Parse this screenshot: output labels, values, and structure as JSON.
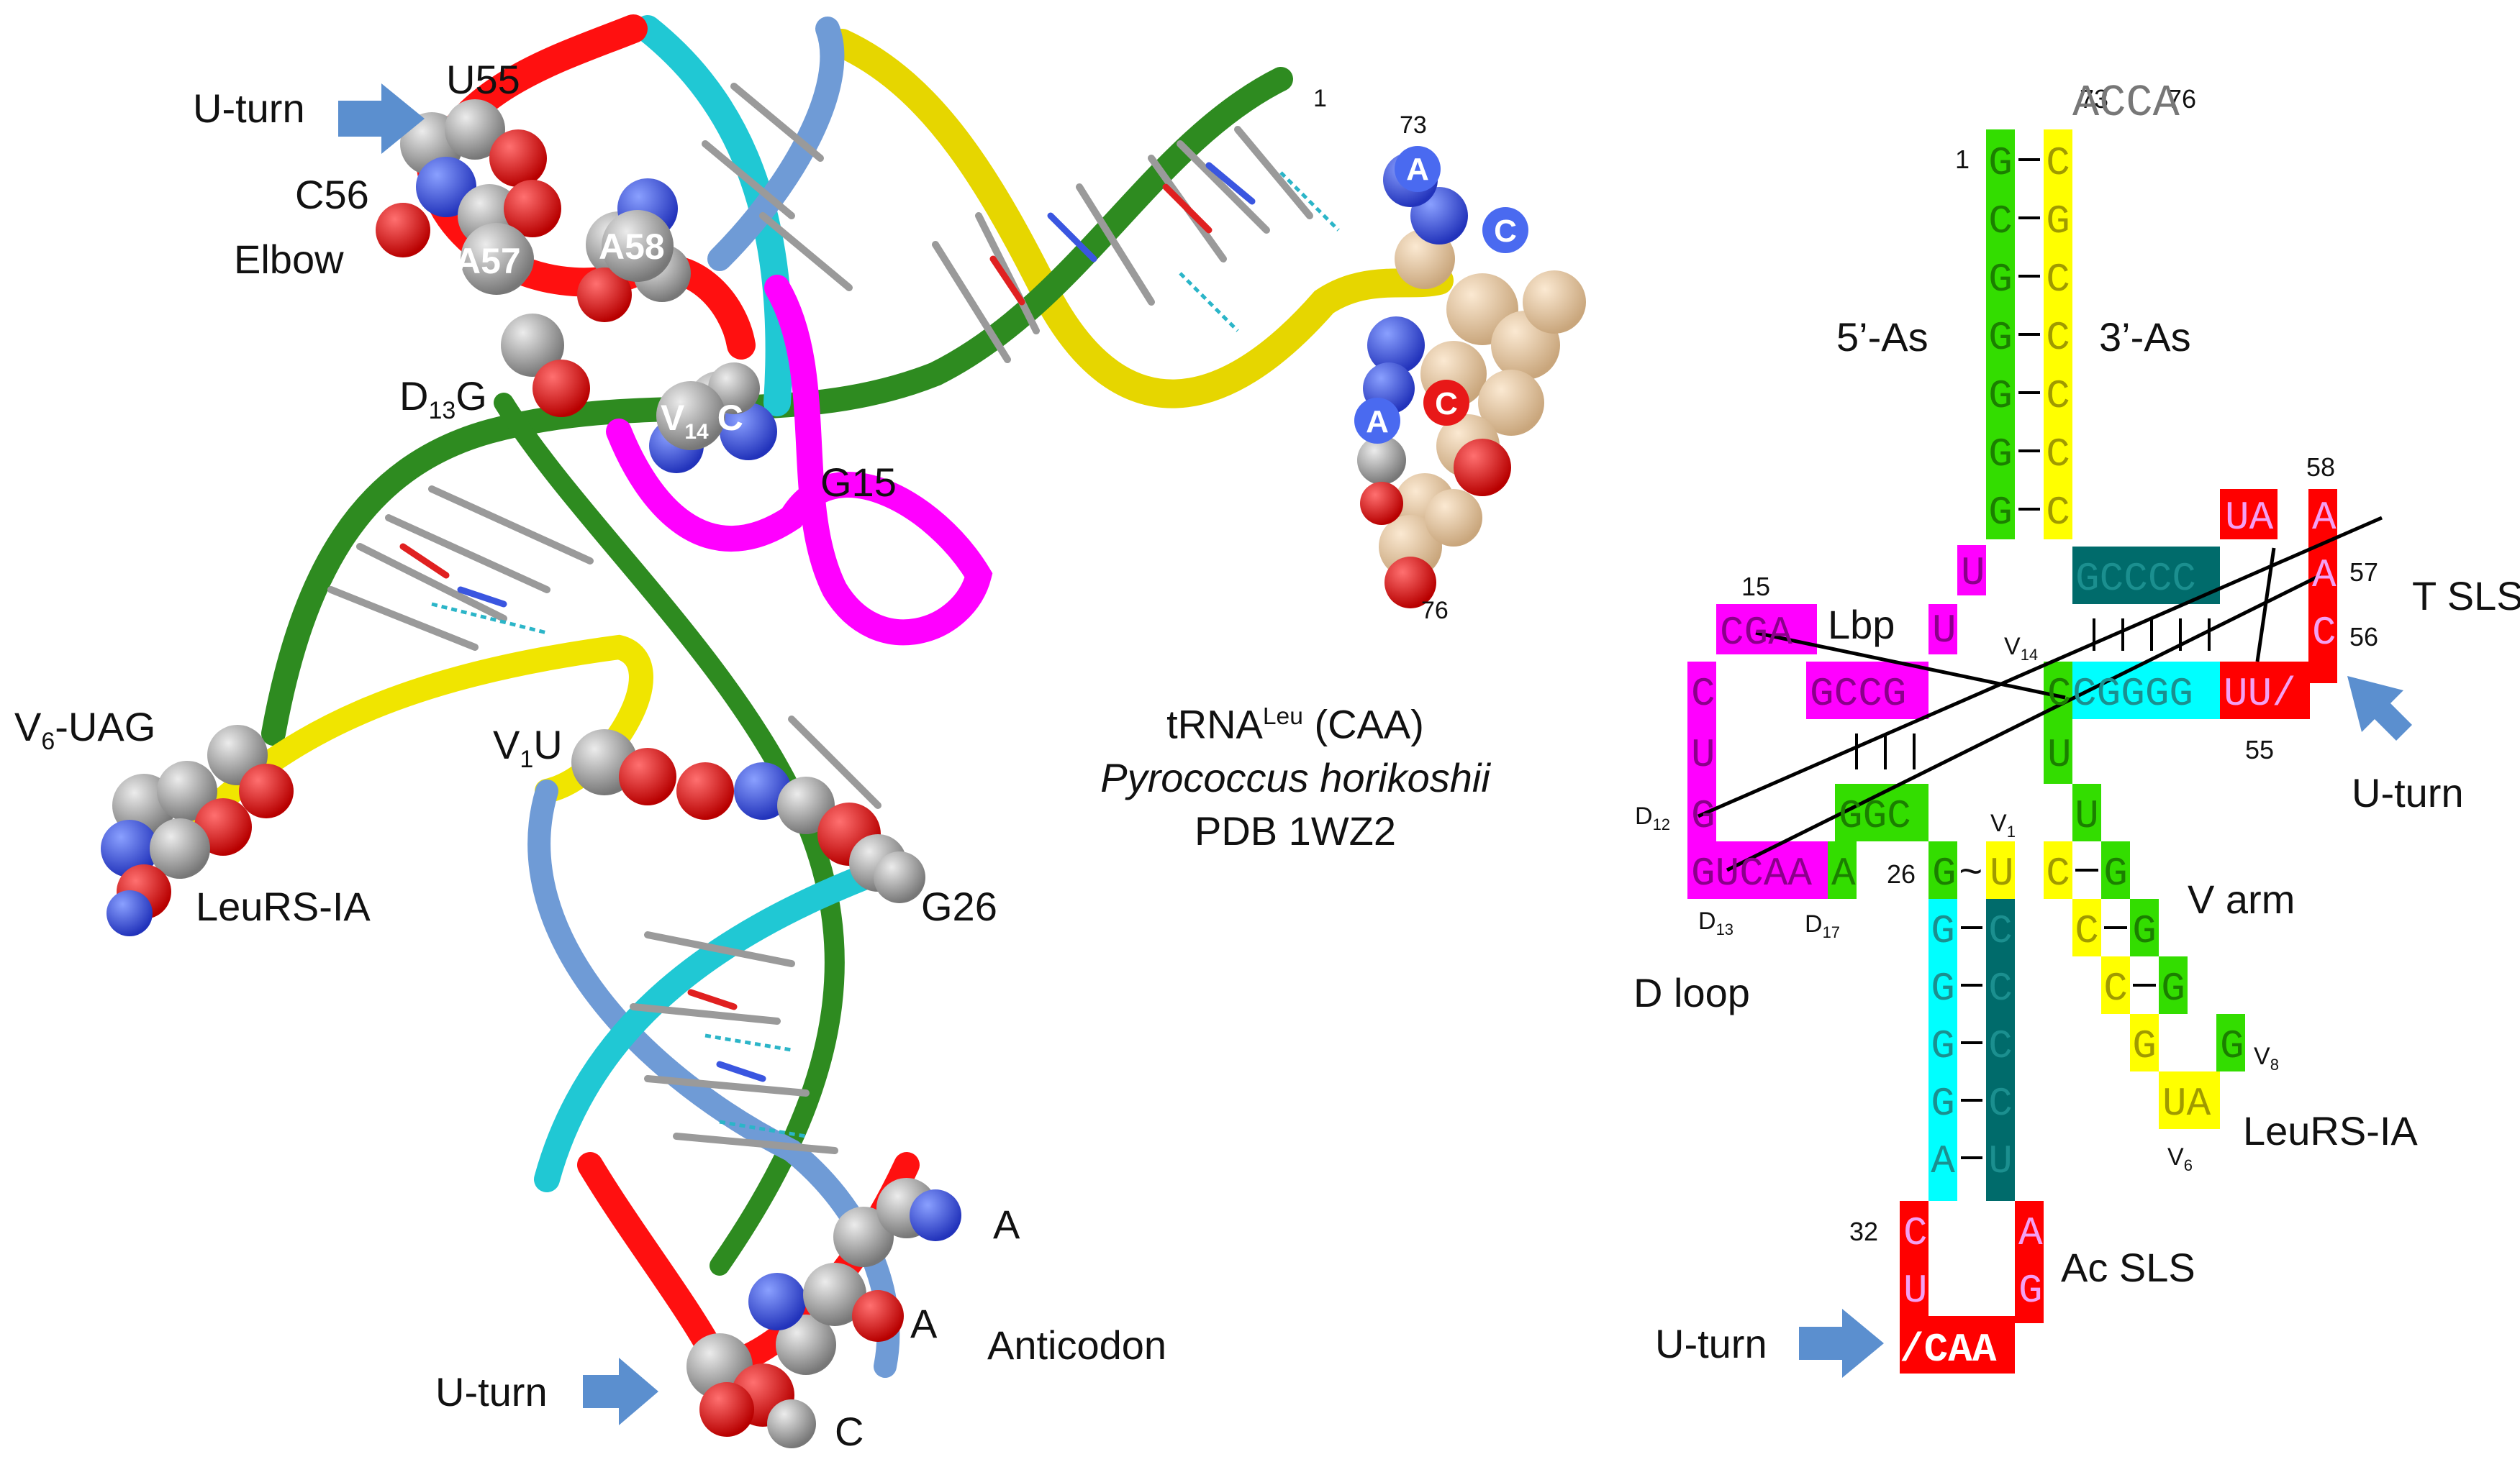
{
  "title": {
    "trna_base": "tRNA",
    "trna_sup": "Leu",
    "trna_rest": " (CAA)",
    "organism": "Pyrococcus horikoshii",
    "pdb": "PDB 1WZ2"
  },
  "structure_labels": {
    "uturn_top": "U-turn",
    "u55": "U55",
    "c56": "C56",
    "elbow": "Elbow",
    "a57": "A57",
    "a58": "A58",
    "d13g_pre": "D",
    "d13g_sub": "13",
    "d13g_post": "G",
    "v14c_pre": "V",
    "v14c_sub": "14",
    "v14c_post": "C",
    "g15": "G15",
    "v6uag_pre": "V",
    "v6uag_sub": "6",
    "v6uag_post": "-UAG",
    "v1u_pre": "V",
    "v1u_sub": "1",
    "v1u_post": "U",
    "leurs_ia": "LeuRS-IA",
    "g26": "G26",
    "n1": "1",
    "n73": "73",
    "n76": "76",
    "acca_a73": "A",
    "acca_c": "C",
    "acca_c2": "C",
    "acca_a76": "A",
    "anticodon": "Anticodon",
    "ac_a1": "A",
    "ac_a2": "A",
    "ac_c": "C",
    "uturn_bottom": "U-turn"
  },
  "secondary": {
    "n73": "73",
    "n76": "76",
    "acca": "ACCA",
    "n1": "1",
    "as5": "5’-As",
    "as3": "3’-As",
    "n58": "58",
    "n57": "57",
    "n56": "56",
    "n55": "55",
    "n15": "15",
    "lbp": "Lbp",
    "v14_pre": "V",
    "v14_sub": "14",
    "t_sls": "T SLS",
    "uturn_right": "U-turn",
    "d12_pre": "D",
    "d12_sub": "12",
    "d13_pre": "D",
    "d13_sub": "13",
    "d17_pre": "D",
    "d17_sub": "17",
    "n26": "26",
    "v1_pre": "V",
    "v1_sub": "1",
    "v_arm": "V arm",
    "d_loop": "D loop",
    "v8_pre": "V",
    "v8_sub": "8",
    "v6_pre": "V",
    "v6_sub": "6",
    "leurs_ia": "LeuRS-IA",
    "n32": "32",
    "ac_sls": "Ac SLS",
    "uturn_bottom": "U-turn",
    "caa": "/CAA",
    "tilde": "~",
    "acc_5": [
      "G",
      "C",
      "G",
      "G",
      "G",
      "G",
      "G"
    ],
    "acc_3": [
      "C",
      "G",
      "C",
      "C",
      "C",
      "C",
      "C"
    ],
    "ua_t": "UA",
    "u_a": "U",
    "u_b": "U",
    "gcccc": "GCCCC",
    "a58": "A",
    "a57": "A",
    "c56": "C",
    "cga": "CGA",
    "gccg": "GCCG",
    "c14": "C",
    "cgggg": "CGGGG",
    "uu": "UU/",
    "dloop_c": "C",
    "dloop_u": "U",
    "dloop_g": "G",
    "u_v": "U",
    "ggc": "GGC",
    "gucaa": "GUCAA",
    "a_d17": "A",
    "ac5": [
      "G",
      "G",
      "G",
      "G",
      "G",
      "A"
    ],
    "ac3": [
      "U",
      "C",
      "C",
      "C",
      "C",
      "U"
    ],
    "v_arm_5": [
      "U",
      "C",
      "C",
      "C",
      "G"
    ],
    "v_arm_3": [
      "G",
      "G",
      "G",
      "G"
    ],
    "g_v8": "G",
    "ua_v6": "UA",
    "loop_c": "C",
    "loop_u": "U",
    "loop_a": "A",
    "loop_g": "G"
  },
  "colors": {
    "green": "#33dd00",
    "yellow": "#ffff00",
    "magenta": "#ff00ff",
    "red": "#ff0000",
    "cyan": "#00ffff",
    "teal": "#006b6b",
    "dark_green": "#2e8b20",
    "ribbon_yellow": "#e6d600",
    "arrow": "#5b8fcf"
  }
}
